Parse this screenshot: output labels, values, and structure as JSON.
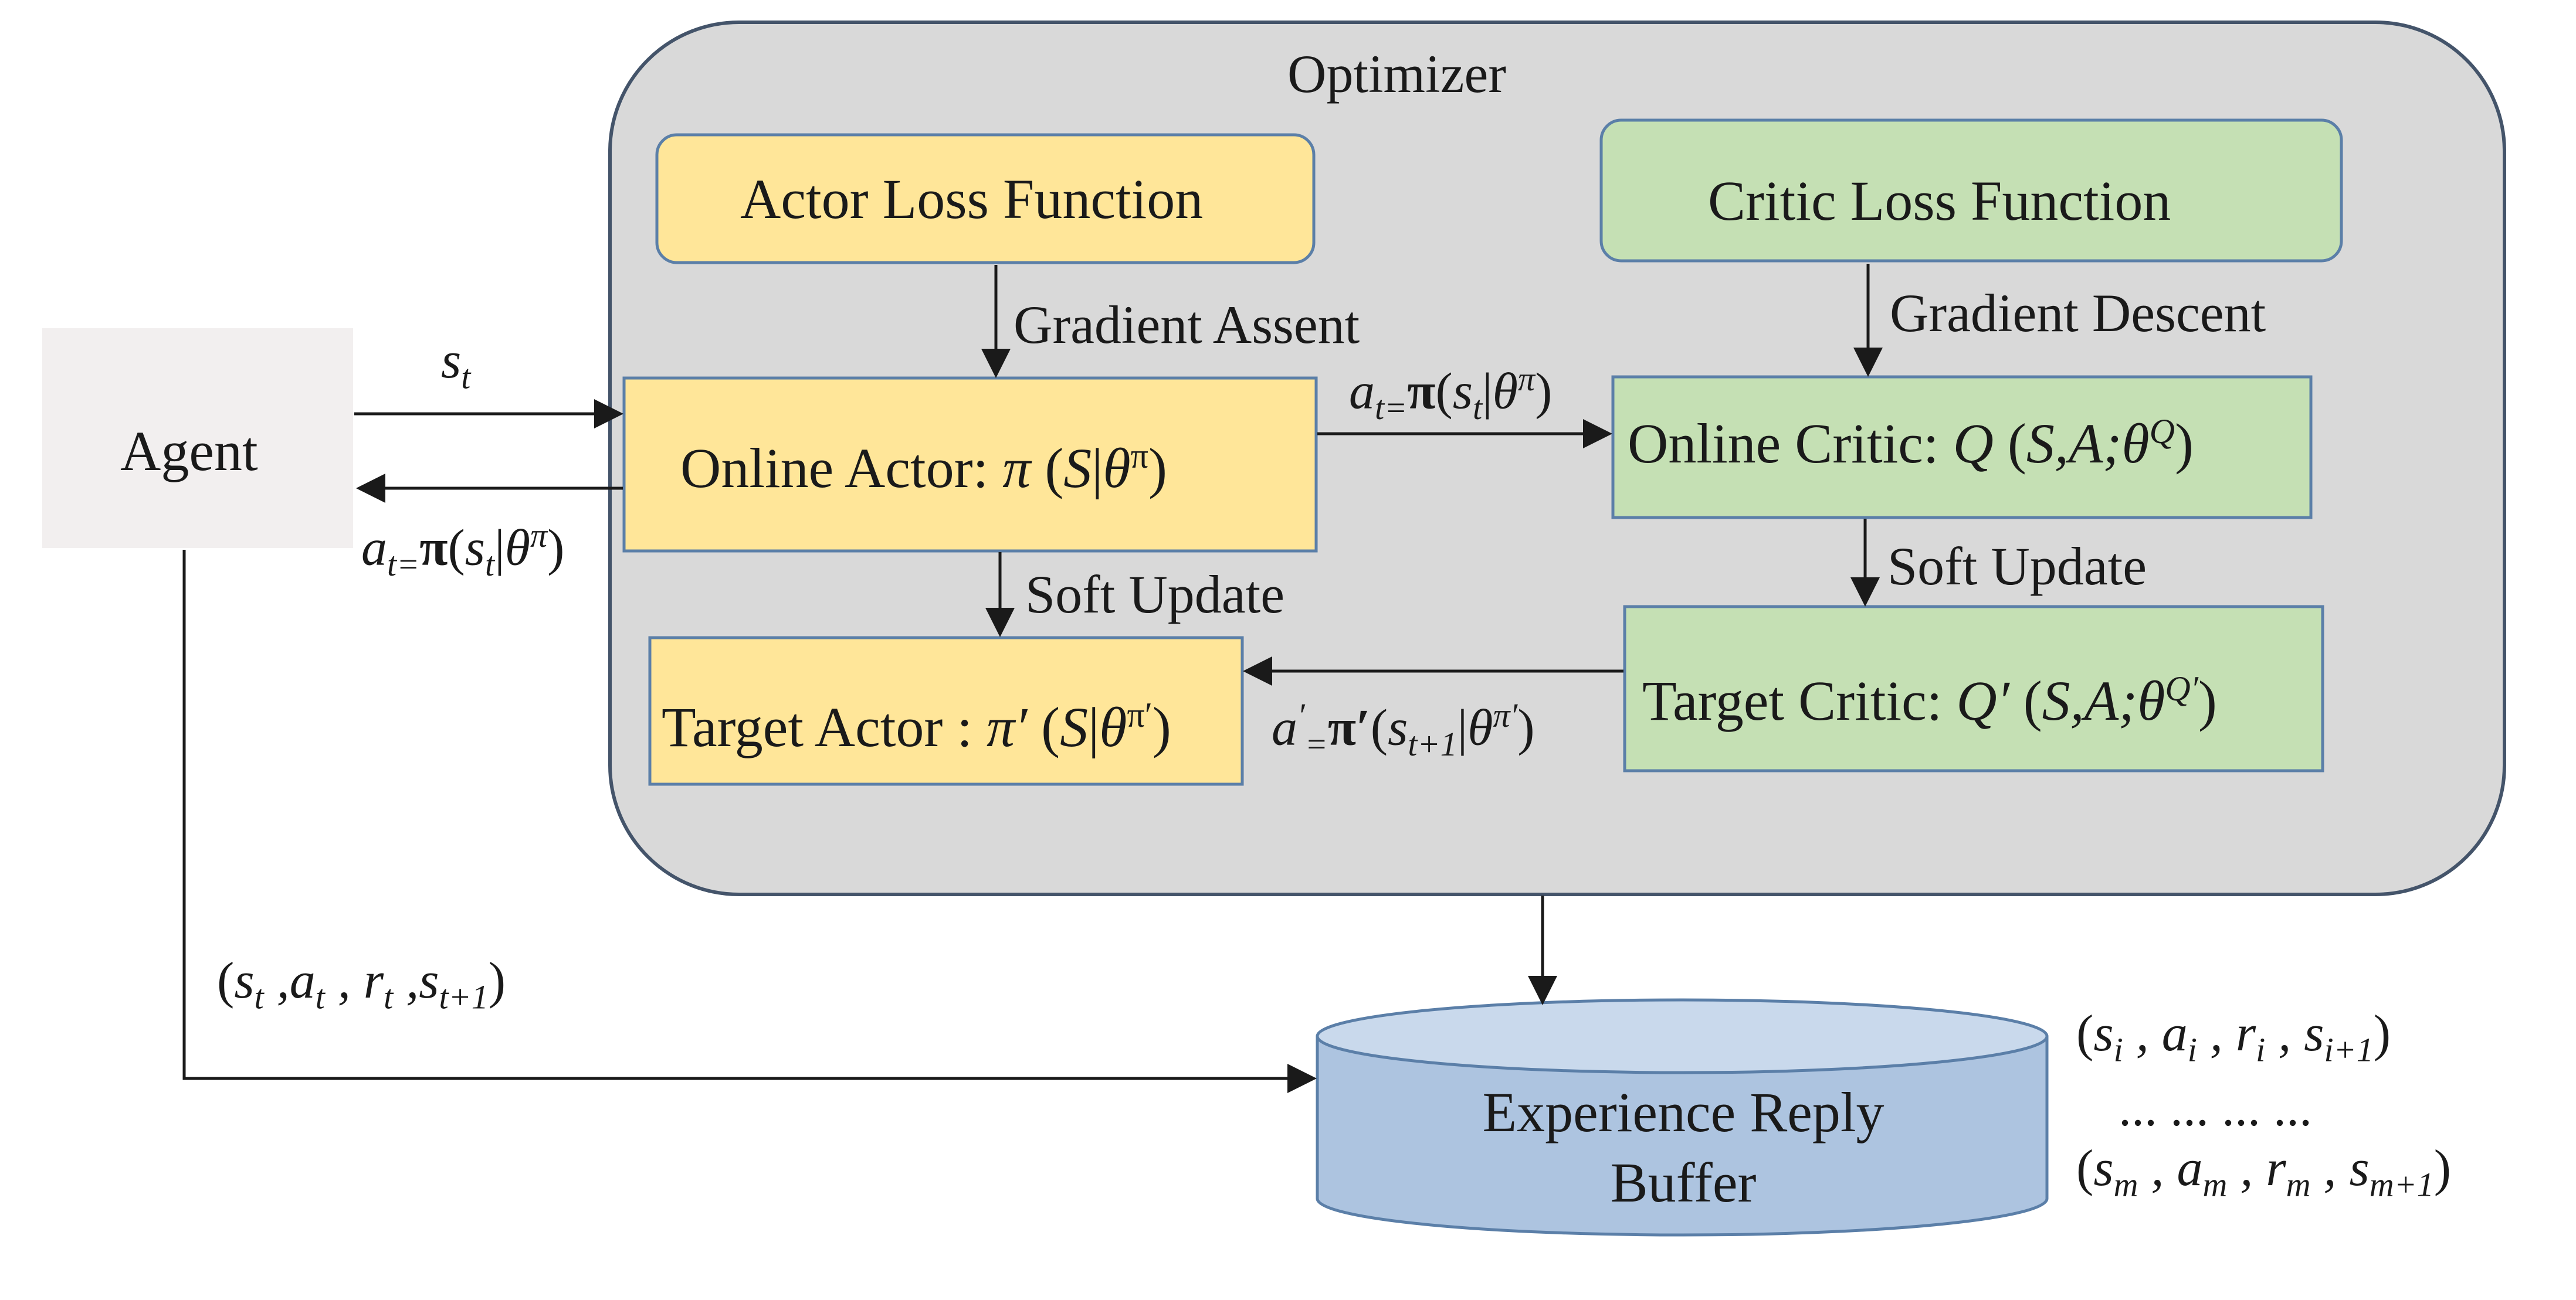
{
  "optimizer": {
    "title": "Optimizer"
  },
  "agent": {
    "label": "Agent"
  },
  "boxes": {
    "actor_loss": "Actor Loss Function",
    "critic_loss": "Critic Loss Function",
    "online_actor": "Online Actor: π (S|θ^π)",
    "online_critic": "Online Critic: Q (S,A;θ^Q)",
    "target_actor": "Target Actor : π′ (S|θ^π′)",
    "target_critic": "Target Critic: Q′ (S,A;θ^Q′)"
  },
  "arrows": {
    "gradient_assent": "Gradient Assent",
    "gradient_descent": "Gradient Descent",
    "soft_update_actor": "Soft Update",
    "soft_update_critic": "Soft Update",
    "state": "s_t",
    "action_to_agent": "a_t=π(s_t|θ^π)",
    "action_to_critic": "a_t=π(s_t|θ^π)",
    "target_action": "a′=π′(s_t+1|θ^π′)",
    "transition": "(s_t ,a_t , r_t ,s_t+1)"
  },
  "buffer": {
    "line1": "Experience Reply",
    "line2": "Buffer",
    "sample_first": "(s_i , a_i , r_i , s_i+1)",
    "sample_ellipsis": "... ... ... ...",
    "sample_last": "(s_m , a_m , r_m , s_m+1)"
  },
  "colors": {
    "optimizer_bg": "#d9d9d9",
    "actor_fill": "#ffe699",
    "critic_fill": "#c5e0b4",
    "buffer_fill": "#adc4e0",
    "agent_fill": "#f2efef"
  }
}
